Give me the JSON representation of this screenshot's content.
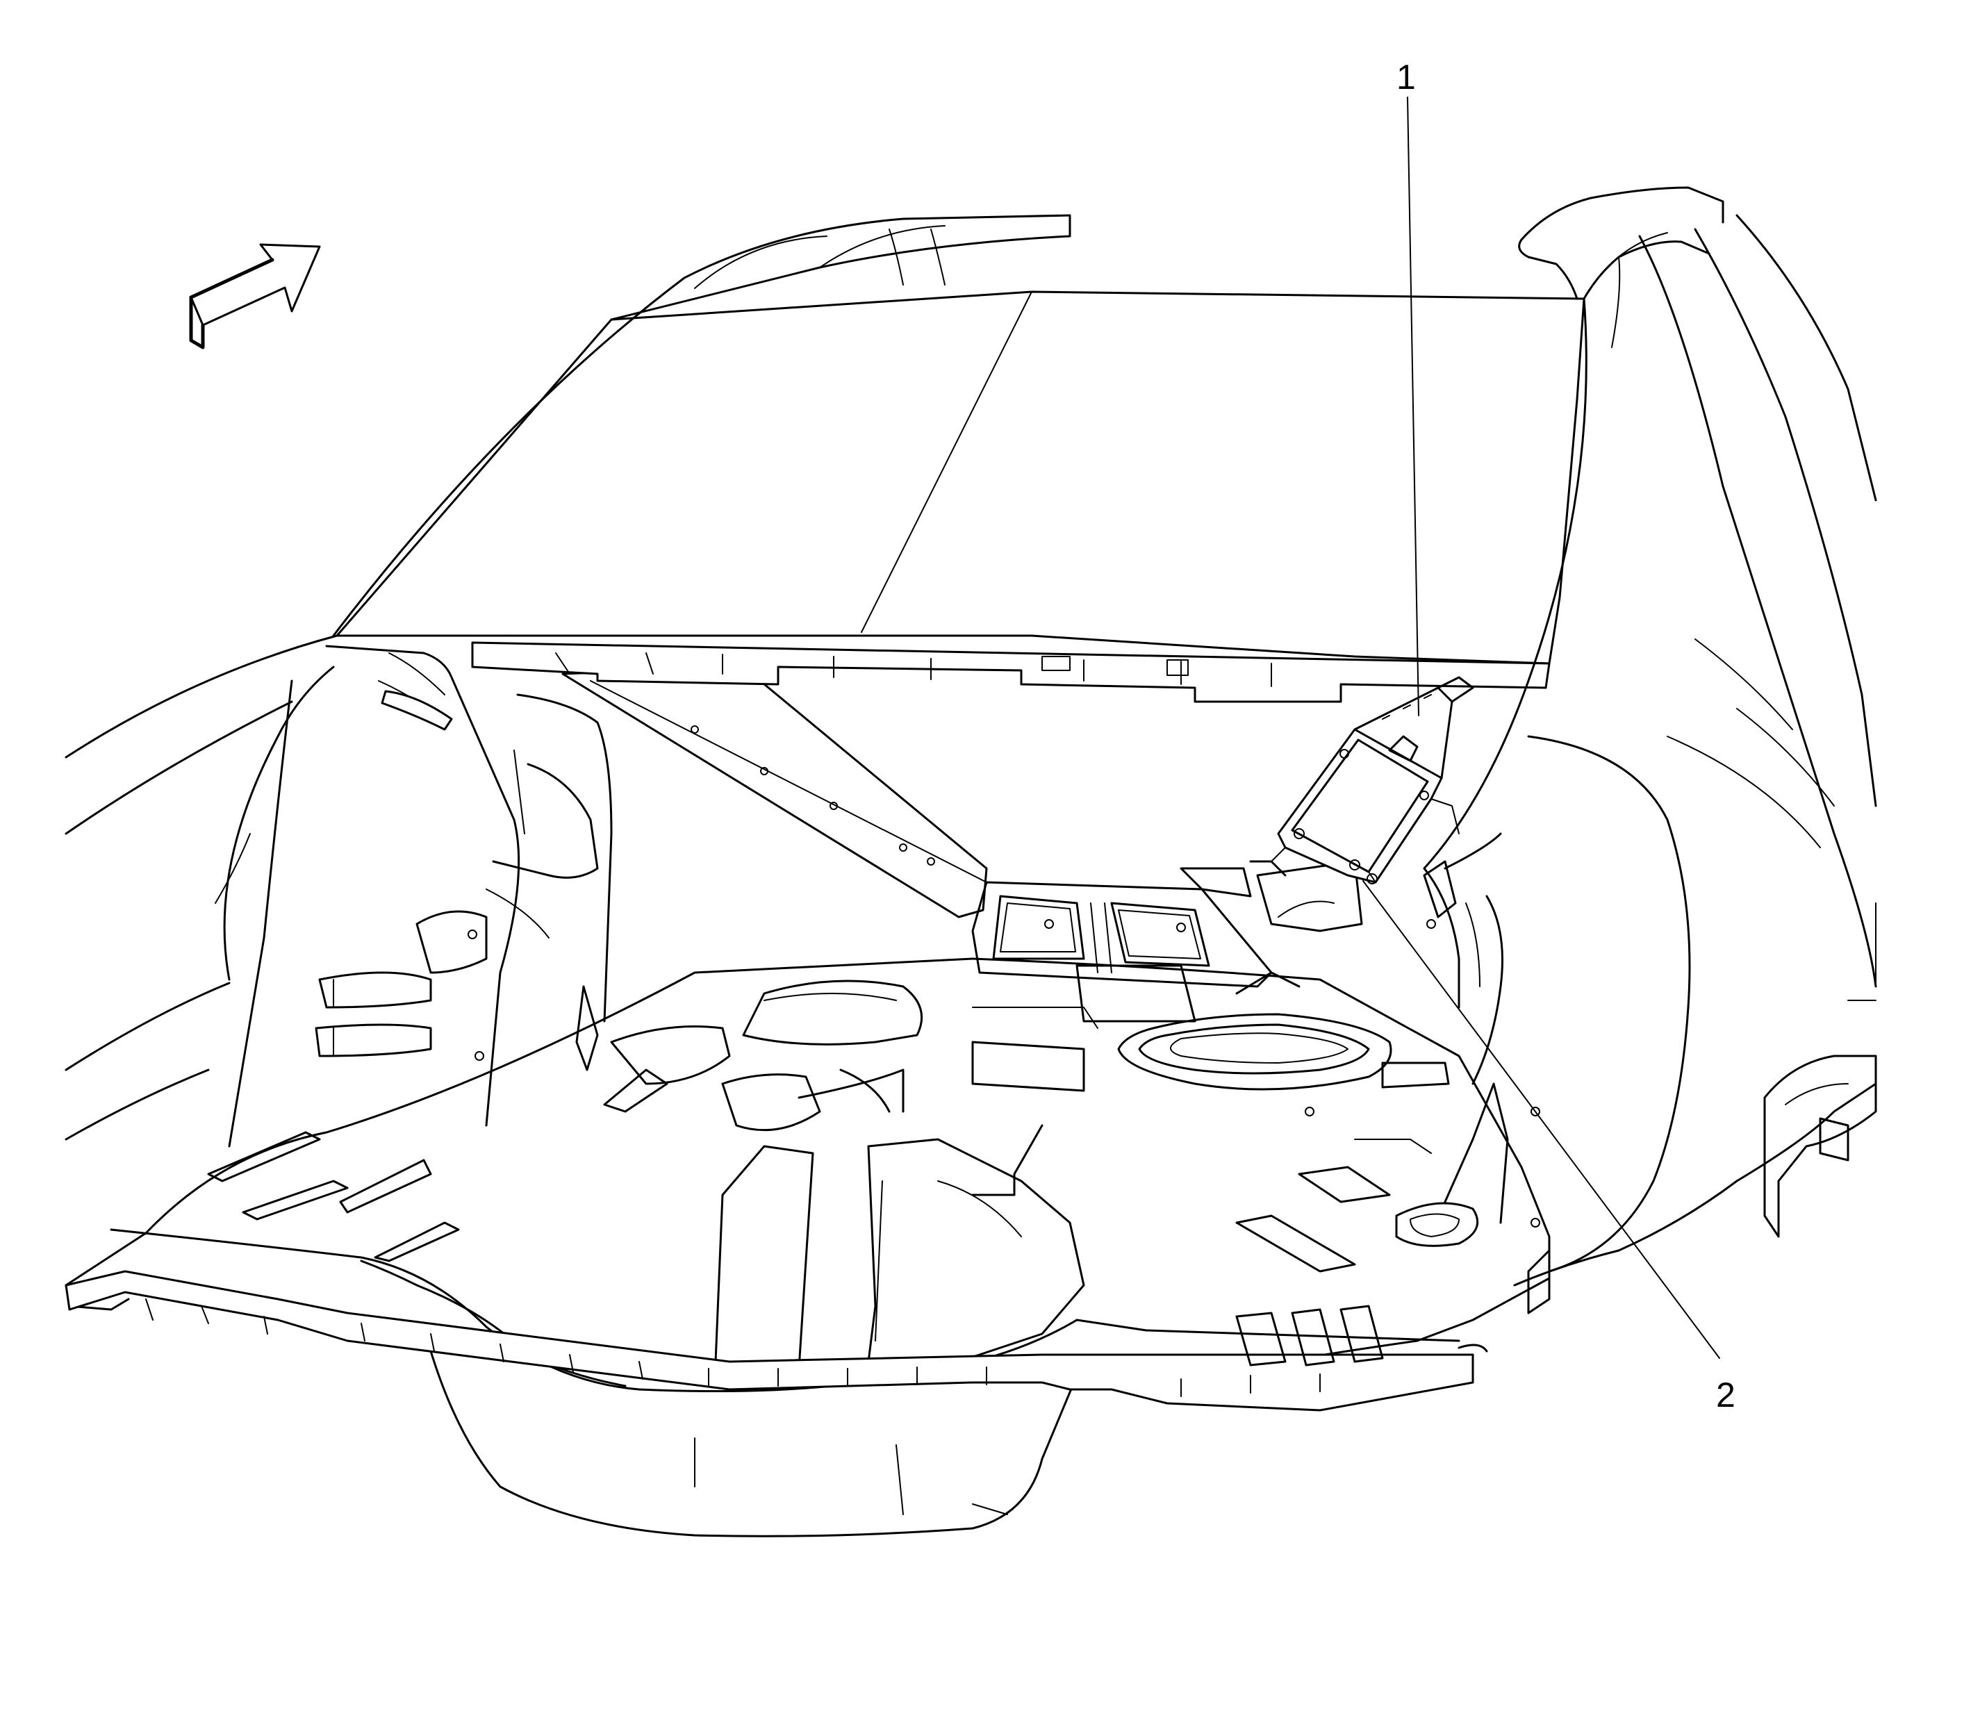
{
  "diagram": {
    "callouts": [
      {
        "id": "1",
        "label": "1"
      },
      {
        "id": "2",
        "label": "2"
      }
    ],
    "colors": {
      "line": "#000000",
      "background": "#ffffff"
    },
    "icons": [
      "forward-direction-arrow-icon"
    ]
  }
}
